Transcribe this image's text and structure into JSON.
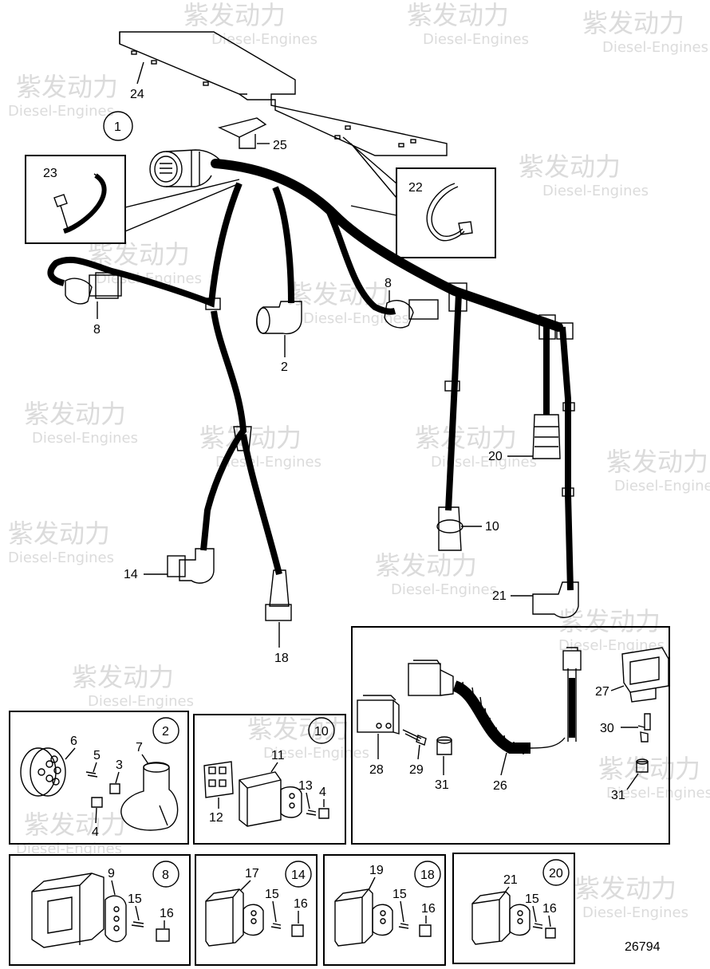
{
  "watermark": {
    "cn": "紫发动力",
    "en": "Diesel-Engines"
  },
  "drawing_number": "26794",
  "main_callout": "1",
  "labels": {
    "l24": "24",
    "l25": "25",
    "l23": "23",
    "l22": "22",
    "l8a": "8",
    "l8b": "8",
    "l2": "2",
    "l20": "20",
    "l10": "10",
    "l14": "14",
    "l21": "21",
    "l18": "18",
    "l27": "27",
    "l28": "28",
    "l29": "29",
    "l30": "30",
    "l31a": "31",
    "l31b": "31",
    "l26": "26"
  },
  "details": {
    "d2": {
      "callout": "2",
      "parts": [
        "6",
        "5",
        "3",
        "7",
        "4"
      ]
    },
    "d10": {
      "callout": "10",
      "parts": [
        "11",
        "13",
        "4",
        "12"
      ]
    },
    "d8": {
      "callout": "8",
      "parts": [
        "9",
        "15",
        "16"
      ]
    },
    "d14": {
      "callout": "14",
      "parts": [
        "17",
        "15",
        "16"
      ]
    },
    "d18": {
      "callout": "18",
      "parts": [
        "19",
        "15",
        "16"
      ]
    },
    "d20": {
      "callout": "20",
      "parts": [
        "21",
        "15",
        "16"
      ]
    }
  }
}
